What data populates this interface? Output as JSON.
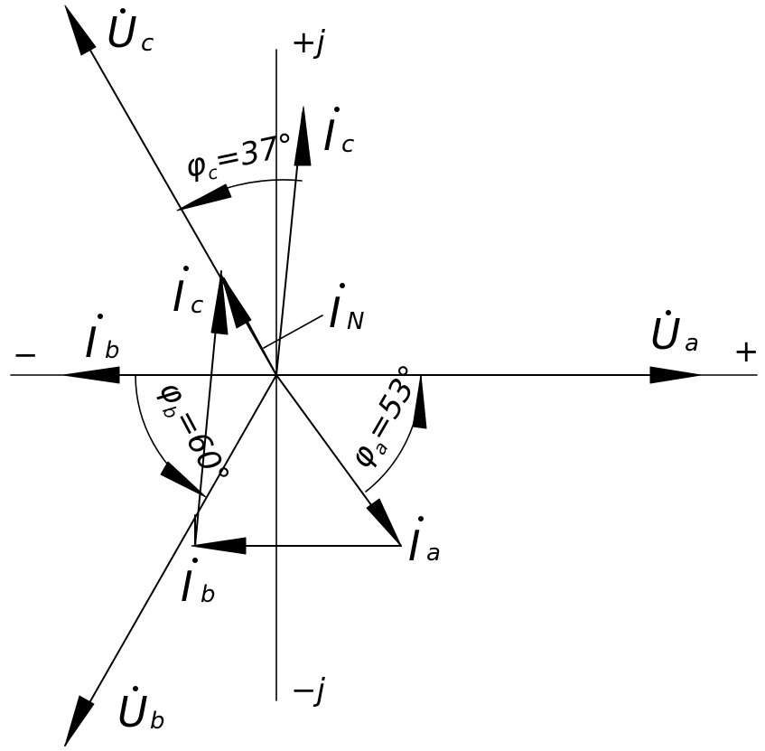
{
  "axes": {
    "plus_j": "+j",
    "minus_j": "−j",
    "plus": "+",
    "minus": "−"
  },
  "phasors": {
    "Ua": {
      "main": "U",
      "sub": "a"
    },
    "Ub": {
      "main": "U",
      "sub": "b"
    },
    "Uc": {
      "main": "U",
      "sub": "c"
    },
    "Ia": {
      "main": "I",
      "sub": "a"
    },
    "Ib_branch": {
      "main": "I",
      "sub": "b"
    },
    "Ib": {
      "main": "I",
      "sub": "b"
    },
    "Ic_branch": {
      "main": "I",
      "sub": "c"
    },
    "Ic": {
      "main": "I",
      "sub": "c"
    },
    "IN": {
      "main": "I",
      "sub": "N"
    }
  },
  "angles": {
    "phi_a": {
      "symbol": "φ",
      "sub": "a",
      "value": "=53°"
    },
    "phi_b": {
      "symbol": "φ",
      "sub": "b",
      "value": "=60°"
    },
    "phi_c": {
      "symbol": "φ",
      "sub": "c",
      "value": "=37°"
    }
  }
}
